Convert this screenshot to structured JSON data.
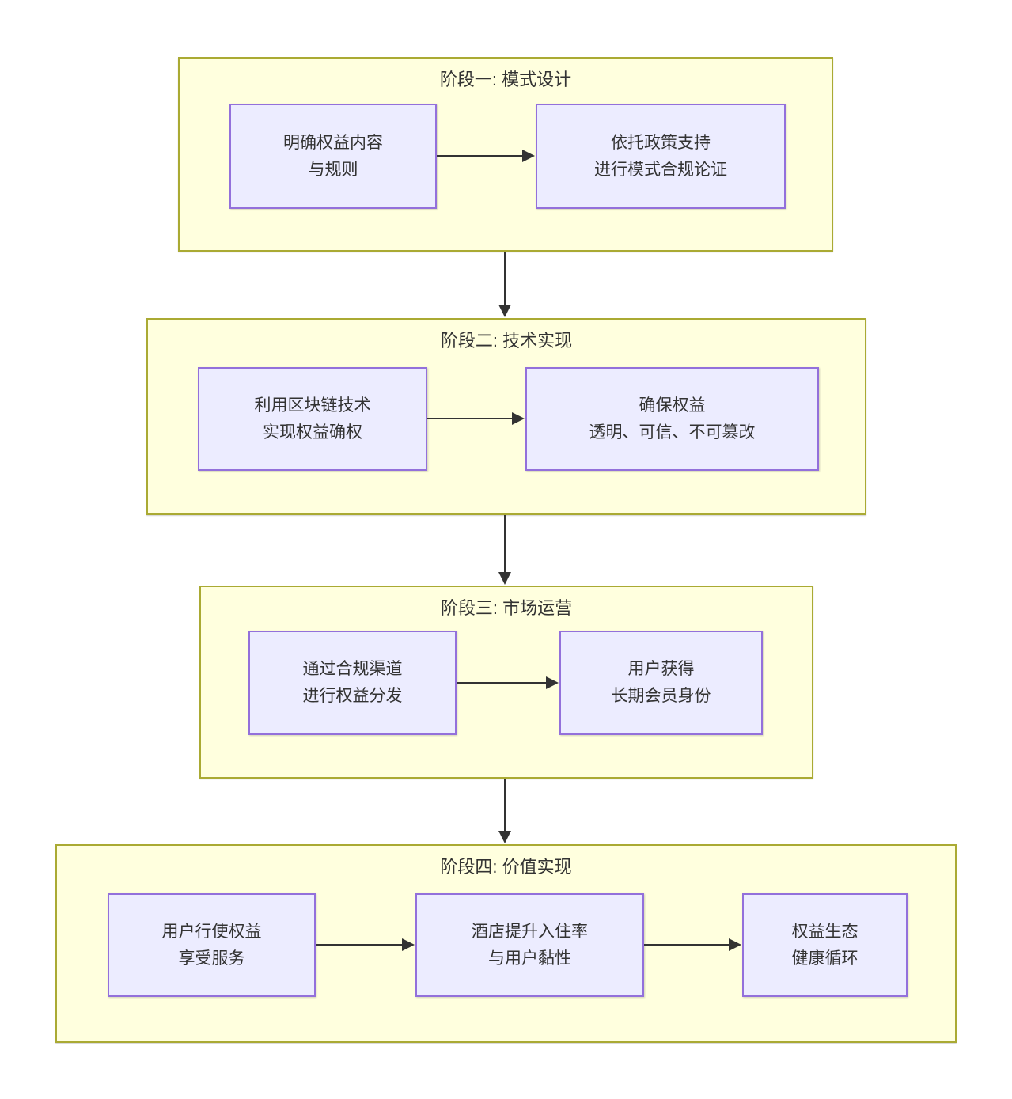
{
  "diagram": {
    "type": "flowchart",
    "direction": "top-to-bottom",
    "colors": {
      "background": "#ffffff",
      "stage_fill": "#ffffde",
      "stage_border": "#aaaa33",
      "node_fill": "#ececff",
      "node_border": "#9370db",
      "arrow": "#333333",
      "text": "#333333"
    },
    "stages": [
      {
        "id": "stage-1",
        "title": "阶段一: 模式设计",
        "nodes": [
          {
            "id": "s1n1",
            "lines": [
              "明确权益内容",
              "与规则"
            ]
          },
          {
            "id": "s1n2",
            "lines": [
              "依托政策支持",
              "进行模式合规论证"
            ]
          }
        ],
        "edges": [
          {
            "from": "s1n1",
            "to": "s1n2"
          }
        ]
      },
      {
        "id": "stage-2",
        "title": "阶段二: 技术实现",
        "nodes": [
          {
            "id": "s2n1",
            "lines": [
              "利用区块链技术",
              "实现权益确权"
            ]
          },
          {
            "id": "s2n2",
            "lines": [
              "确保权益",
              "透明、可信、不可篡改"
            ]
          }
        ],
        "edges": [
          {
            "from": "s2n1",
            "to": "s2n2"
          }
        ]
      },
      {
        "id": "stage-3",
        "title": "阶段三: 市场运营",
        "nodes": [
          {
            "id": "s3n1",
            "lines": [
              "通过合规渠道",
              "进行权益分发"
            ]
          },
          {
            "id": "s3n2",
            "lines": [
              "用户获得",
              "长期会员身份"
            ]
          }
        ],
        "edges": [
          {
            "from": "s3n1",
            "to": "s3n2"
          }
        ]
      },
      {
        "id": "stage-4",
        "title": "阶段四: 价值实现",
        "nodes": [
          {
            "id": "s4n1",
            "lines": [
              "用户行使权益",
              "享受服务"
            ]
          },
          {
            "id": "s4n2",
            "lines": [
              "酒店提升入住率",
              "与用户黏性"
            ]
          },
          {
            "id": "s4n3",
            "lines": [
              "权益生态",
              "健康循环"
            ]
          }
        ],
        "edges": [
          {
            "from": "s4n1",
            "to": "s4n2"
          },
          {
            "from": "s4n2",
            "to": "s4n3"
          }
        ]
      }
    ],
    "stage_edges": [
      {
        "from": "stage-1",
        "to": "stage-2"
      },
      {
        "from": "stage-2",
        "to": "stage-3"
      },
      {
        "from": "stage-3",
        "to": "stage-4"
      }
    ]
  }
}
